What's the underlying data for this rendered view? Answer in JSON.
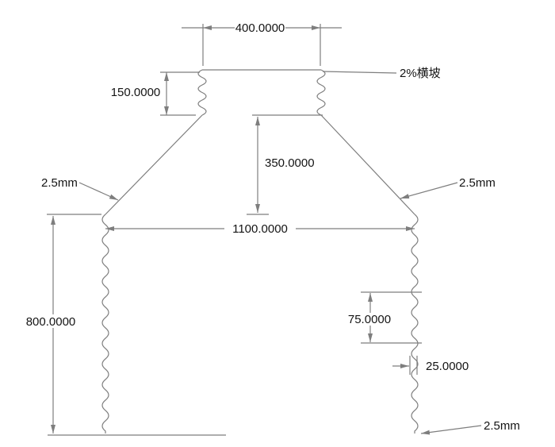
{
  "drawing": {
    "dims": {
      "top_width": "400.0000",
      "cap_height": "150.0000",
      "neck_height": "350.0000",
      "base_width": "1100.0000",
      "base_height": "800.0000",
      "wave_pitch": "75.0000",
      "wave_depth": "25.0000"
    },
    "notes": {
      "slope": "2%横坡",
      "thickness_left": "2.5mm",
      "thickness_right": "2.5mm",
      "thickness_bottom": "2.5mm"
    }
  },
  "colors": {
    "line": "#7e7e7e",
    "text": "#141414",
    "background": "#ffffff"
  }
}
